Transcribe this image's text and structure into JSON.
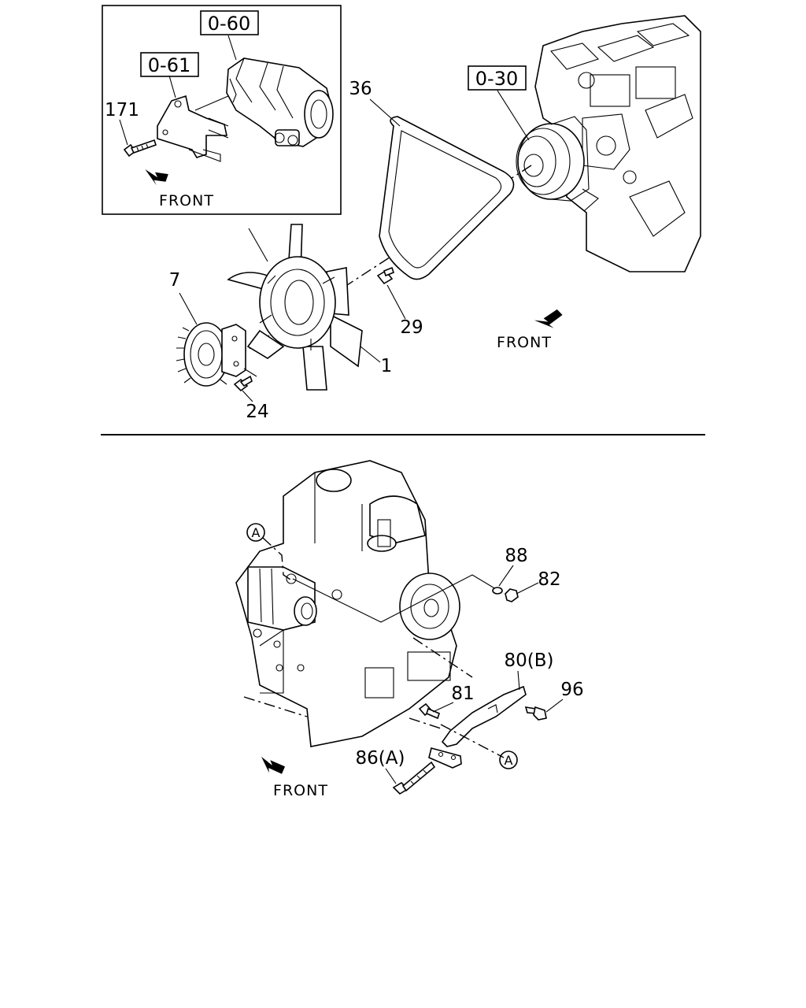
{
  "top_view": {
    "inset": {
      "ref_starter": "0-60",
      "ref_bracket": "0-61",
      "part_bolt": "171",
      "front_label": "FRONT"
    },
    "ref_compressor": "0-30",
    "part_belt": "36",
    "part_fan_clutch": "7",
    "part_fan_bolt": "29",
    "part_fan": "1",
    "part_clutch_bolt": "24",
    "front_label": "FRONT"
  },
  "bottom_view": {
    "marker_a_top": "A",
    "marker_a_bottom": "A",
    "part_washer": "88",
    "part_nut": "82",
    "part_bracket_b": "80(B)",
    "part_bolt_81": "81",
    "part_bolt_96": "96",
    "part_bolt_86a": "86(A)",
    "front_label": "FRONT"
  }
}
